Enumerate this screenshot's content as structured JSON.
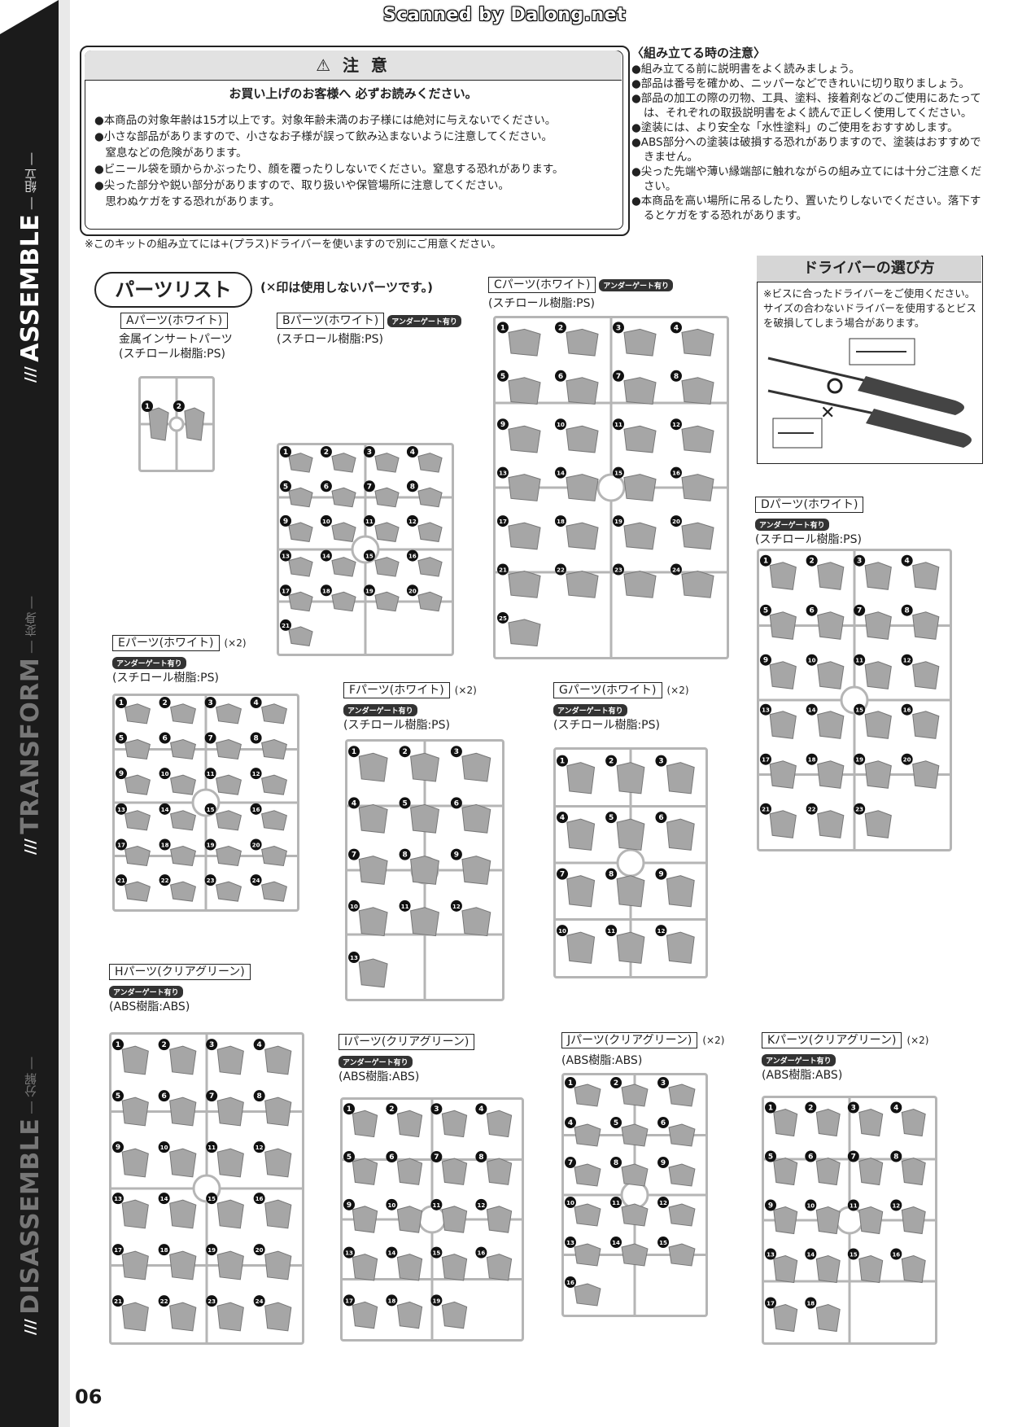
{
  "watermark": "Scanned by Dalong.net",
  "sidebar": {
    "assemble": "ASSEMBLE",
    "assemble_sub": "― 組立 ―",
    "transform": "TRANSFORM",
    "transform_sub": "― 変身 ―",
    "disassemble": "DISASSEMBLE",
    "disassemble_sub": "― 分解 ―"
  },
  "page_number": "06",
  "caution": {
    "title": "⚠ 注 意",
    "subtitle": "お買い上げのお客様へ 必ずお読みください。",
    "items": [
      "●本商品の対象年齢は15才以上です。対象年齢未満のお子様には絶対に与えないでください。",
      "●小さな部品がありますので、小さなお子様が誤って飲み込まないように注意してください。",
      "　窒息などの危険があります。",
      "●ビニール袋を頭からかぶったり、顔を覆ったりしないでください。窒息する恐れがあります。",
      "●尖った部分や鋭い部分がありますので、取り扱いや保管場所に注意してください。",
      "　思わぬケガをする恐れがあります。"
    ],
    "footnote": "※このキットの組み立てには+(プラス)ドライバーを使いますので別にご用意ください。"
  },
  "assembly_notes": {
    "title": "〈組み立てる時の注意〉",
    "items": [
      "●組み立てる前に説明書をよく読みましょう。",
      "●部品は番号を確かめ、ニッパーなどできれいに切り取りましょう。",
      "●部品の加工の際の刃物、工具、塗料、接着剤などのご使用にあたっては、それぞれの取扱説明書をよく読んで正しく使用してください。",
      "●塗装には、より安全な「水性塗料」のご使用をおすすめします。",
      "●ABS部分への塗装は破損する恐れがありますので、塗装はおすすめできません。",
      "●尖った先端や薄い縁端部に触れながらの組み立てには十分ご注意ください。",
      "●本商品を高い場所に吊るしたり、置いたりしないでください。落下するとケガをする恐れがあります。"
    ]
  },
  "parts_list": {
    "title": "パーツリスト",
    "note": "(✕印は使用しないパーツです。)"
  },
  "driver": {
    "title": "ドライバーの選び方",
    "text": "※ビスに合ったドライバーをご使用ください。サイズの合わないドライバーを使用するとビスを破損してしまう場合があります。"
  },
  "badge_text": "アンダーゲート有り",
  "runners": [
    {
      "name": "Aパーツ(ホワイト)",
      "count": "",
      "material_line1": "金属インサートパーツ",
      "material": "(スチロール樹脂:PS)",
      "numbers": [
        "1",
        "2"
      ]
    },
    {
      "name": "Bパーツ(ホワイト)",
      "count": "",
      "material": "(スチロール樹脂:PS)",
      "numbers": [
        "1",
        "2",
        "3",
        "4",
        "5",
        "6",
        "7",
        "8",
        "9",
        "10",
        "11",
        "12",
        "13",
        "14",
        "15",
        "16",
        "17",
        "18",
        "19",
        "20",
        "21"
      ]
    },
    {
      "name": "Cパーツ(ホワイト)",
      "count": "",
      "material": "(スチロール樹脂:PS)",
      "numbers": [
        "1",
        "2",
        "3",
        "4",
        "5",
        "6",
        "7",
        "8",
        "9",
        "10",
        "11",
        "12",
        "13",
        "14",
        "15",
        "16",
        "17",
        "18",
        "19",
        "20",
        "21",
        "22",
        "23",
        "24",
        "25"
      ]
    },
    {
      "name": "Dパーツ(ホワイト)",
      "count": "",
      "material": "(スチロール樹脂:PS)",
      "numbers": [
        "1",
        "2",
        "3",
        "4",
        "5",
        "6",
        "7",
        "8",
        "9",
        "10",
        "11",
        "12",
        "13",
        "14",
        "15",
        "16",
        "17",
        "18",
        "19",
        "20",
        "21",
        "22",
        "23"
      ]
    },
    {
      "name": "Eパーツ(ホワイト)",
      "count": "(×2)",
      "material": "(スチロール樹脂:PS)",
      "numbers": [
        "1",
        "2",
        "3",
        "4",
        "5",
        "6",
        "7",
        "8",
        "9",
        "10",
        "11",
        "12",
        "13",
        "14",
        "15",
        "16",
        "17",
        "18",
        "19",
        "20",
        "21",
        "22",
        "23",
        "24"
      ]
    },
    {
      "name": "Fパーツ(ホワイト)",
      "count": "(×2)",
      "material": "(スチロール樹脂:PS)",
      "numbers": [
        "1",
        "2",
        "3",
        "4",
        "5",
        "6",
        "7",
        "8",
        "9",
        "10",
        "11",
        "12",
        "13"
      ]
    },
    {
      "name": "Gパーツ(ホワイト)",
      "count": "(×2)",
      "material": "(スチロール樹脂:PS)",
      "numbers": [
        "1",
        "2",
        "3",
        "4",
        "5",
        "6",
        "7",
        "8",
        "9",
        "10",
        "11",
        "12"
      ]
    },
    {
      "name": "Hパーツ(クリアグリーン)",
      "count": "",
      "material": "(ABS樹脂:ABS)",
      "numbers": [
        "1",
        "2",
        "3",
        "4",
        "5",
        "6",
        "7",
        "8",
        "9",
        "10",
        "11",
        "12",
        "13",
        "14",
        "15",
        "16",
        "17",
        "18",
        "19",
        "20",
        "21",
        "22",
        "23",
        "24"
      ]
    },
    {
      "name": "Iパーツ(クリアグリーン)",
      "count": "",
      "material": "(ABS樹脂:ABS)",
      "numbers": [
        "1",
        "2",
        "3",
        "4",
        "5",
        "6",
        "7",
        "8",
        "9",
        "10",
        "11",
        "12",
        "13",
        "14",
        "15",
        "16",
        "17",
        "18",
        "19"
      ]
    },
    {
      "name": "Jパーツ(クリアグリーン)",
      "count": "(×2)",
      "material": "(ABS樹脂:ABS)",
      "numbers": [
        "1",
        "2",
        "3",
        "4",
        "5",
        "6",
        "7",
        "8",
        "9",
        "10",
        "11",
        "12",
        "13",
        "14",
        "15",
        "16"
      ]
    },
    {
      "name": "Kパーツ(クリアグリーン)",
      "count": "(×2)",
      "material": "(ABS樹脂:ABS)",
      "numbers": [
        "1",
        "2",
        "3",
        "4",
        "5",
        "6",
        "7",
        "8",
        "9",
        "10",
        "11",
        "12",
        "13",
        "14",
        "15",
        "16",
        "17",
        "18"
      ]
    }
  ],
  "colors": {
    "band": "#1b1b1b",
    "runner_frame": "#b5b5b5",
    "part_fill": "#a6a6a6",
    "badge": "#333333"
  }
}
